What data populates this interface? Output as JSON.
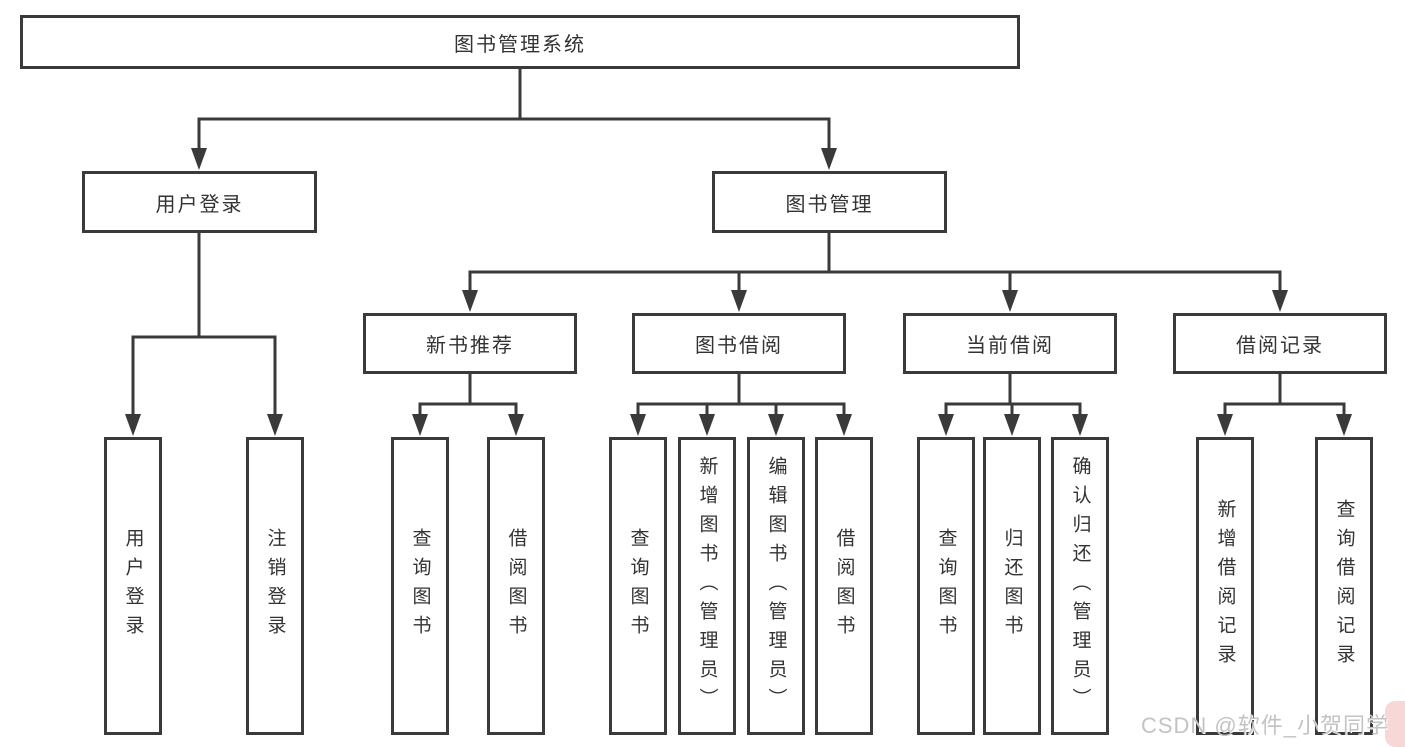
{
  "diagram": {
    "root": "图书管理系统",
    "level2": {
      "user_login": "用户登录",
      "book_mgmt": "图书管理"
    },
    "level3": {
      "new_books": "新书推荐",
      "book_borrow": "图书借阅",
      "current_borrow": "当前借阅",
      "borrow_records": "借阅记录"
    },
    "leaves": {
      "user_login": [
        "用户登录",
        "注销登录"
      ],
      "new_books": [
        "查询图书",
        "借阅图书"
      ],
      "book_borrow": [
        "查询图书",
        "新增图书（管理员）",
        "编辑图书（管理员）",
        "借阅图书"
      ],
      "current_borrow": [
        "查询图书",
        "归还图书",
        "确认归还（管理员）"
      ],
      "borrow_records": [
        "新增借阅记录",
        "查询借阅记录"
      ]
    }
  },
  "watermark": {
    "text": "CSDN @软件_小贺同学"
  },
  "colors": {
    "line": "#3a3a3a",
    "watermark_text": "#c3c3c3",
    "watermark_badge": "#f8d7d7"
  }
}
